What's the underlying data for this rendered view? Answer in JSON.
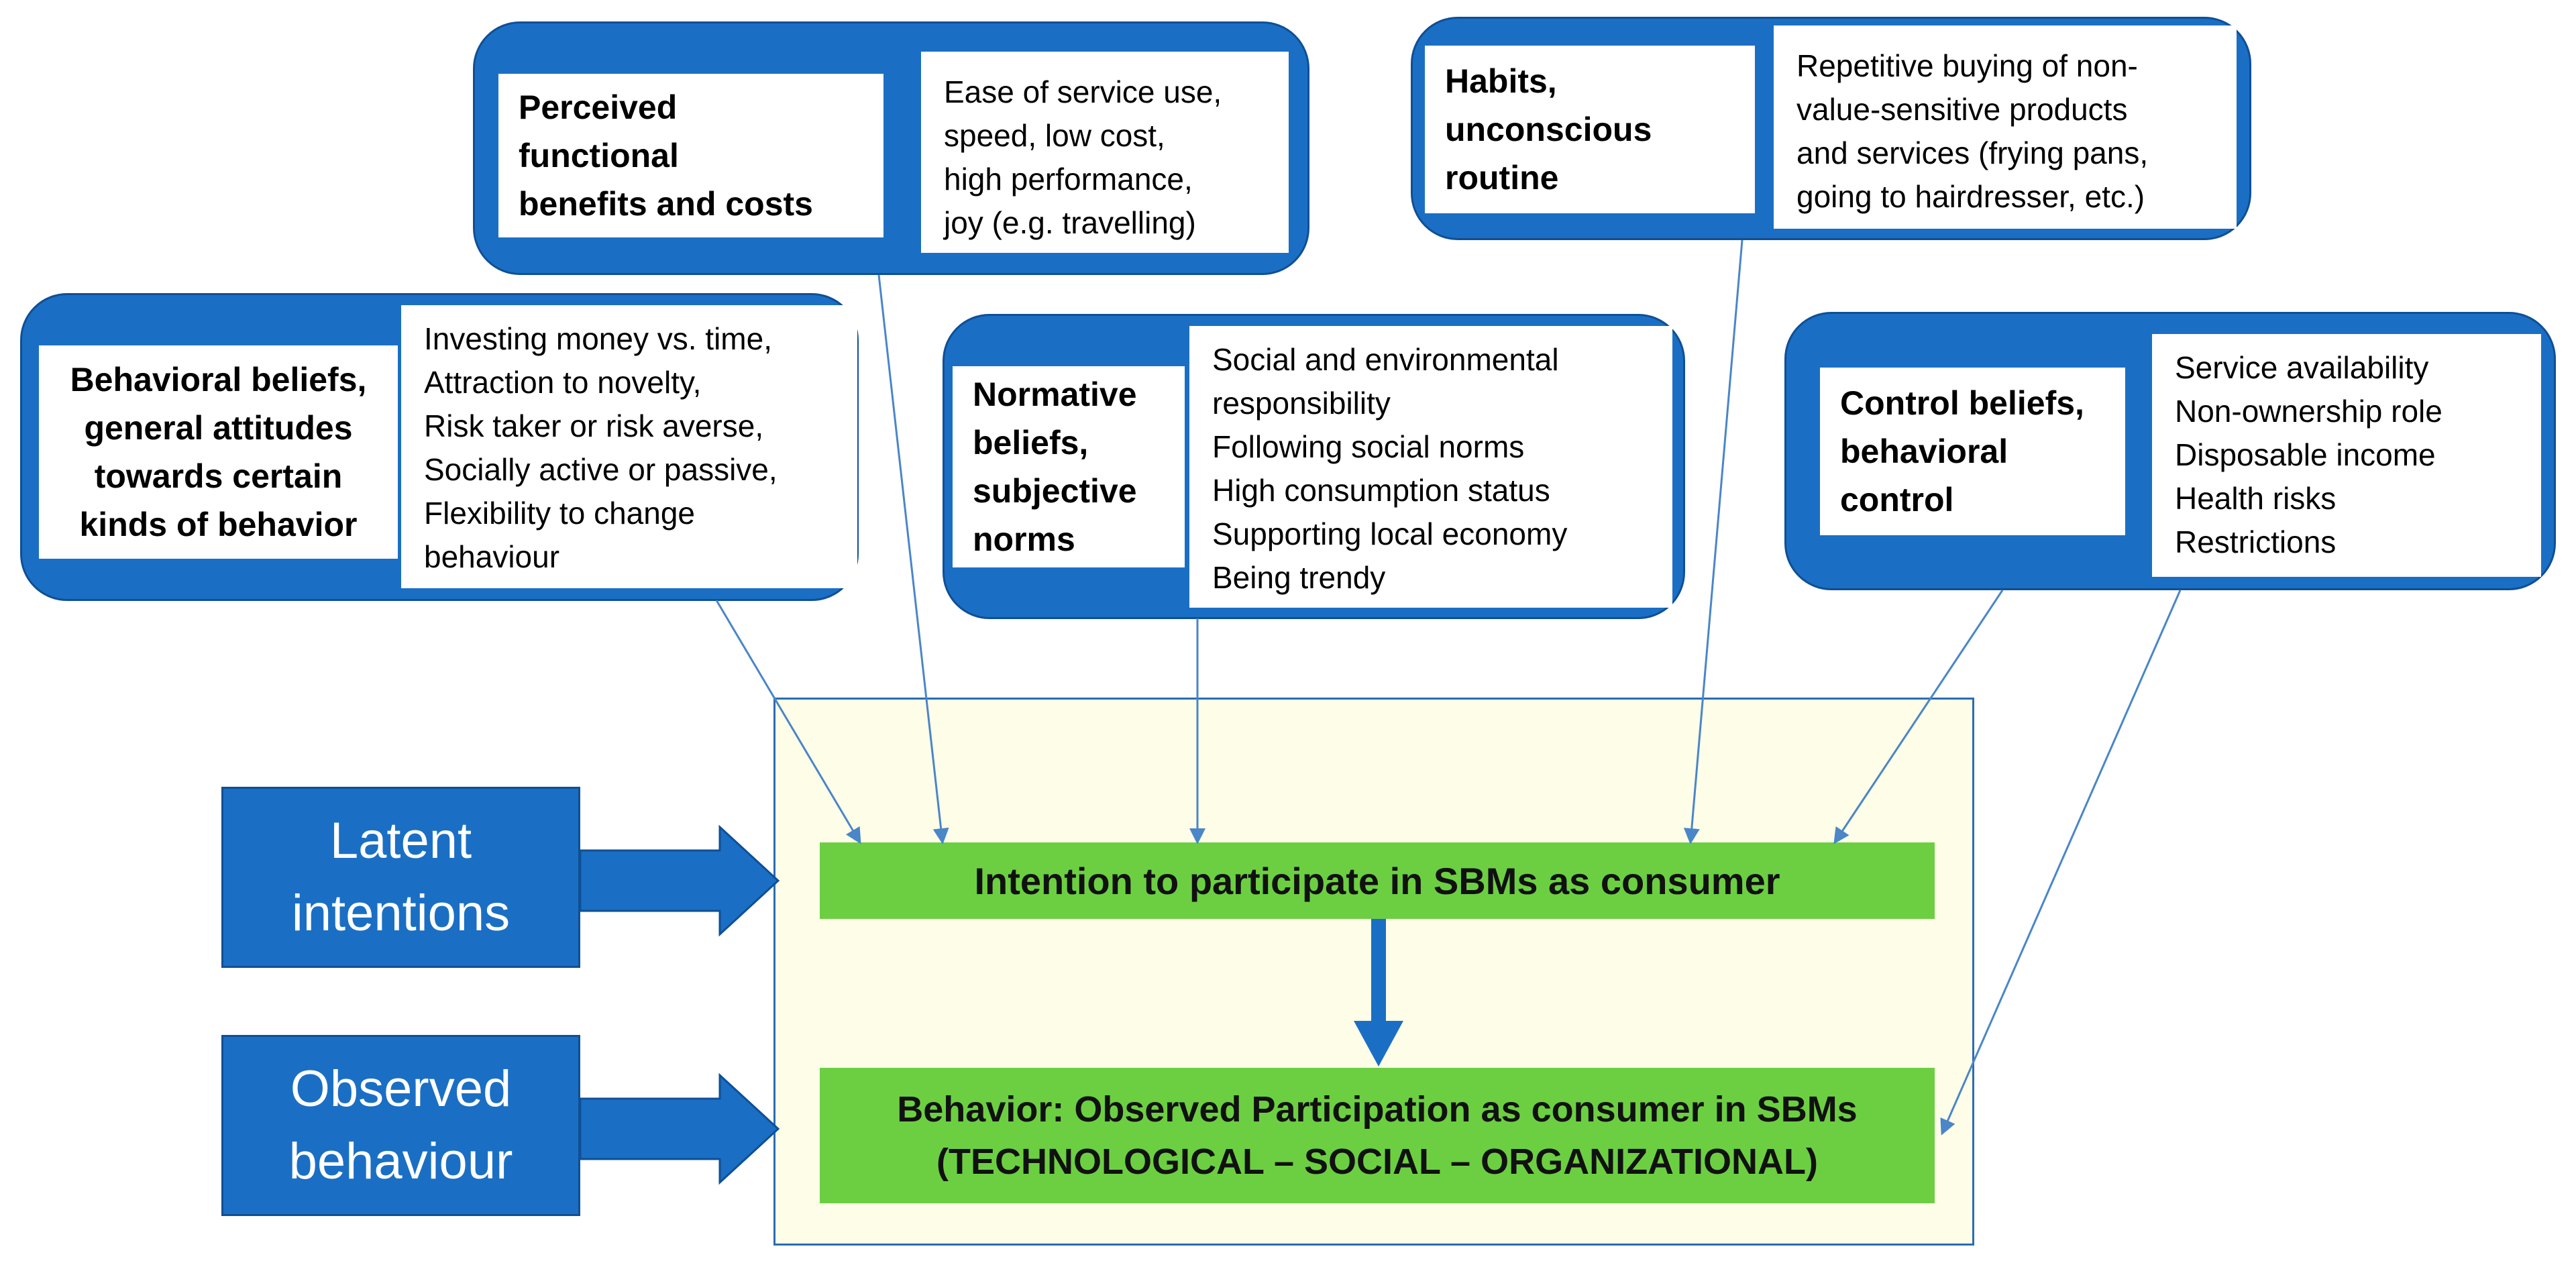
{
  "factors": [
    {
      "id": "perceived",
      "title": "Perceived\nfunctional\nbenefits and costs",
      "details": [
        "Ease of service use,",
        "speed, low cost,",
        "high performance,",
        "joy (e.g. travelling)"
      ]
    },
    {
      "id": "habits",
      "title": "Habits,\nunconscious\nroutine",
      "details": [
        "Repetitive buying of non-",
        "value-sensitive products",
        "and services (frying pans,",
        "going to hairdresser, etc.)"
      ]
    },
    {
      "id": "behavioral",
      "title": "Behavioral beliefs,\ngeneral attitudes\ntowards certain\nkinds of behavior",
      "details": [
        "Investing money vs. time,",
        "Attraction to novelty,",
        "Risk taker or risk averse,",
        "Socially active or passive,",
        "Flexibility to change",
        "behaviour"
      ]
    },
    {
      "id": "normative",
      "title": "Normative\nbeliefs,\nsubjective\nnorms",
      "details": [
        "Social and environmental",
        "responsibility",
        "Following social norms",
        "High consumption status",
        "Supporting local economy",
        "Being trendy"
      ]
    },
    {
      "id": "control",
      "title": "Control beliefs,\nbehavioral\ncontrol",
      "details": [
        "Service availability",
        "Non-ownership role",
        "Disposable income",
        "Health risks",
        "Restrictions"
      ]
    }
  ],
  "side_labels": {
    "latent": "Latent\nintentions",
    "observed": "Observed\nbehaviour"
  },
  "outcomes": {
    "intention": "Intention to participate in SBMs as consumer",
    "behavior_line1": "Behavior: Observed Participation as consumer in SBMs",
    "behavior_line2": "(TECHNOLOGICAL – SOCIAL – ORGANIZATIONAL)"
  },
  "colors": {
    "panel_blue": "#1a6fc4",
    "outcome_green": "#6ccf42",
    "frame_fill": "#fdfde8",
    "connector": "#4a86c8"
  }
}
